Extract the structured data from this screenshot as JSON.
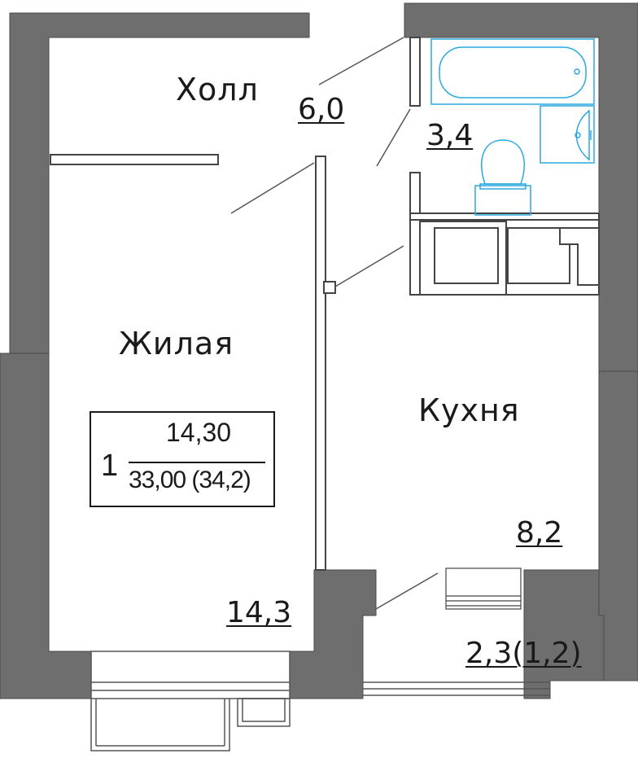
{
  "rooms": {
    "hall": {
      "label": "Холл",
      "area": "6,0"
    },
    "bathroom": {
      "area": "3,4"
    },
    "living": {
      "label": "Жилая",
      "area": "14,3"
    },
    "kitchen": {
      "label": "Кухня",
      "area": "8,2"
    },
    "balcony": {
      "area": "2,3(1,2)"
    }
  },
  "info": {
    "rooms_count": "1",
    "living_area": "14,30",
    "total_area": "33,00 (34,2)"
  },
  "colors": {
    "wall": "#6e6e6e",
    "wall_stroke": "#4a4a4a",
    "fixture": "#2aa9e0",
    "line": "#555555"
  },
  "icons": [
    "bathtub-icon",
    "sink-icon",
    "toilet-icon",
    "stove-icon"
  ]
}
